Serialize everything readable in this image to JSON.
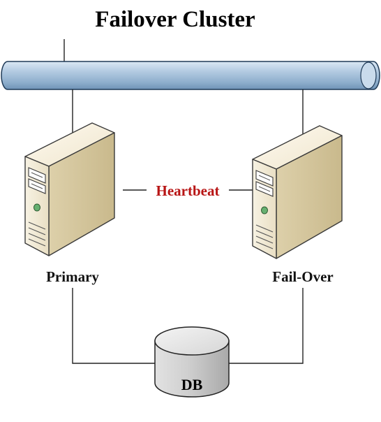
{
  "title": "Failover Cluster",
  "heartbeat": {
    "label": "Heartbeat",
    "color": "#b81515"
  },
  "nodes": {
    "primary": {
      "label": "Primary",
      "icon": "server-tower-icon"
    },
    "failover": {
      "label": "Fail-Over",
      "icon": "server-tower-icon"
    }
  },
  "database": {
    "label": "DB",
    "icon": "database-cylinder-icon"
  },
  "network": {
    "icon": "network-bus-icon",
    "color": "#a9c3dc"
  }
}
